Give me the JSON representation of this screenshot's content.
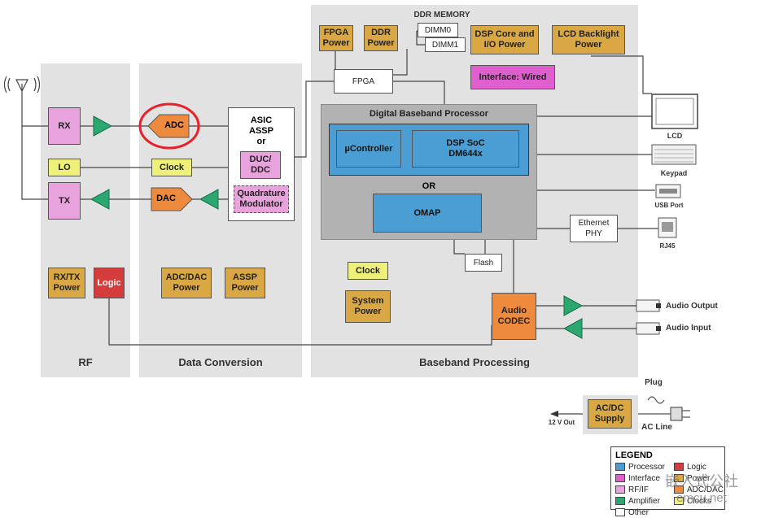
{
  "sections": {
    "rf": "RF",
    "data_conversion": "Data Conversion",
    "baseband": "Baseband Processing"
  },
  "blocks": {
    "rx": "RX",
    "lo": "LO",
    "tx": "TX",
    "adc": "ADC",
    "clock": "Clock",
    "dac": "DAC",
    "asic": "ASIC\nASSP\nor",
    "duc_ddc": "DUC/\nDDC",
    "quad_mod": "Quadrature\nModulator",
    "rxtx_power": "RX/TX\nPower",
    "logic": "Logic",
    "adcdac_power": "ADC/DAC\nPower",
    "assp_power": "ASSP\nPower",
    "ddr_memory": "DDR MEMORY",
    "fpga_power": "FPGA\nPower",
    "ddr_power": "DDR\nPower",
    "dimm0": "DIMM0",
    "dimm1": "DIMM1",
    "dsp_core_power": "DSP Core and\nI/O Power",
    "lcd_backlight_power": "LCD Backlight\nPower",
    "interface_wired": "Interface: Wired",
    "fpga": "FPGA",
    "dbp_title": "Digital Baseband Processor",
    "ucontroller": "µController",
    "dsp_soc": "DSP SoC\nDM644x",
    "or": "OR",
    "omap": "OMAP",
    "ethernet_phy": "Ethernet\nPHY",
    "flash": "Flash",
    "bb_clock": "Clock",
    "system_power": "System\nPower",
    "audio_codec": "Audio\nCODEC",
    "lcd": "LCD",
    "keypad": "Keypad",
    "usb_port": "USB Port",
    "rj45": "RJ45",
    "audio_output": "Audio Output",
    "audio_input": "Audio Input",
    "acdc_supply": "AC/DC\nSupply",
    "plug": "Plug",
    "ac_line": "AC Line",
    "twelve_v_out": "12 V Out"
  },
  "legend": {
    "title": "LEGEND",
    "items": [
      {
        "label": "Processor",
        "color": "#4a9ed3"
      },
      {
        "label": "Logic",
        "color": "#d53c3c"
      },
      {
        "label": "Interface",
        "color": "#e05fcf"
      },
      {
        "label": "Power",
        "color": "#d9a845"
      },
      {
        "label": "RF/IF",
        "color": "#e8a3dc"
      },
      {
        "label": "ADC/DAC",
        "color": "#ee8a3d"
      },
      {
        "label": "Amplifier",
        "color": "#2aa870"
      },
      {
        "label": "Clocks",
        "color": "#eef07a"
      },
      {
        "label": "Other",
        "color": "#ffffff"
      }
    ]
  },
  "watermark": {
    "line1": "嵌入式公社",
    "line2": "emcu.net"
  }
}
